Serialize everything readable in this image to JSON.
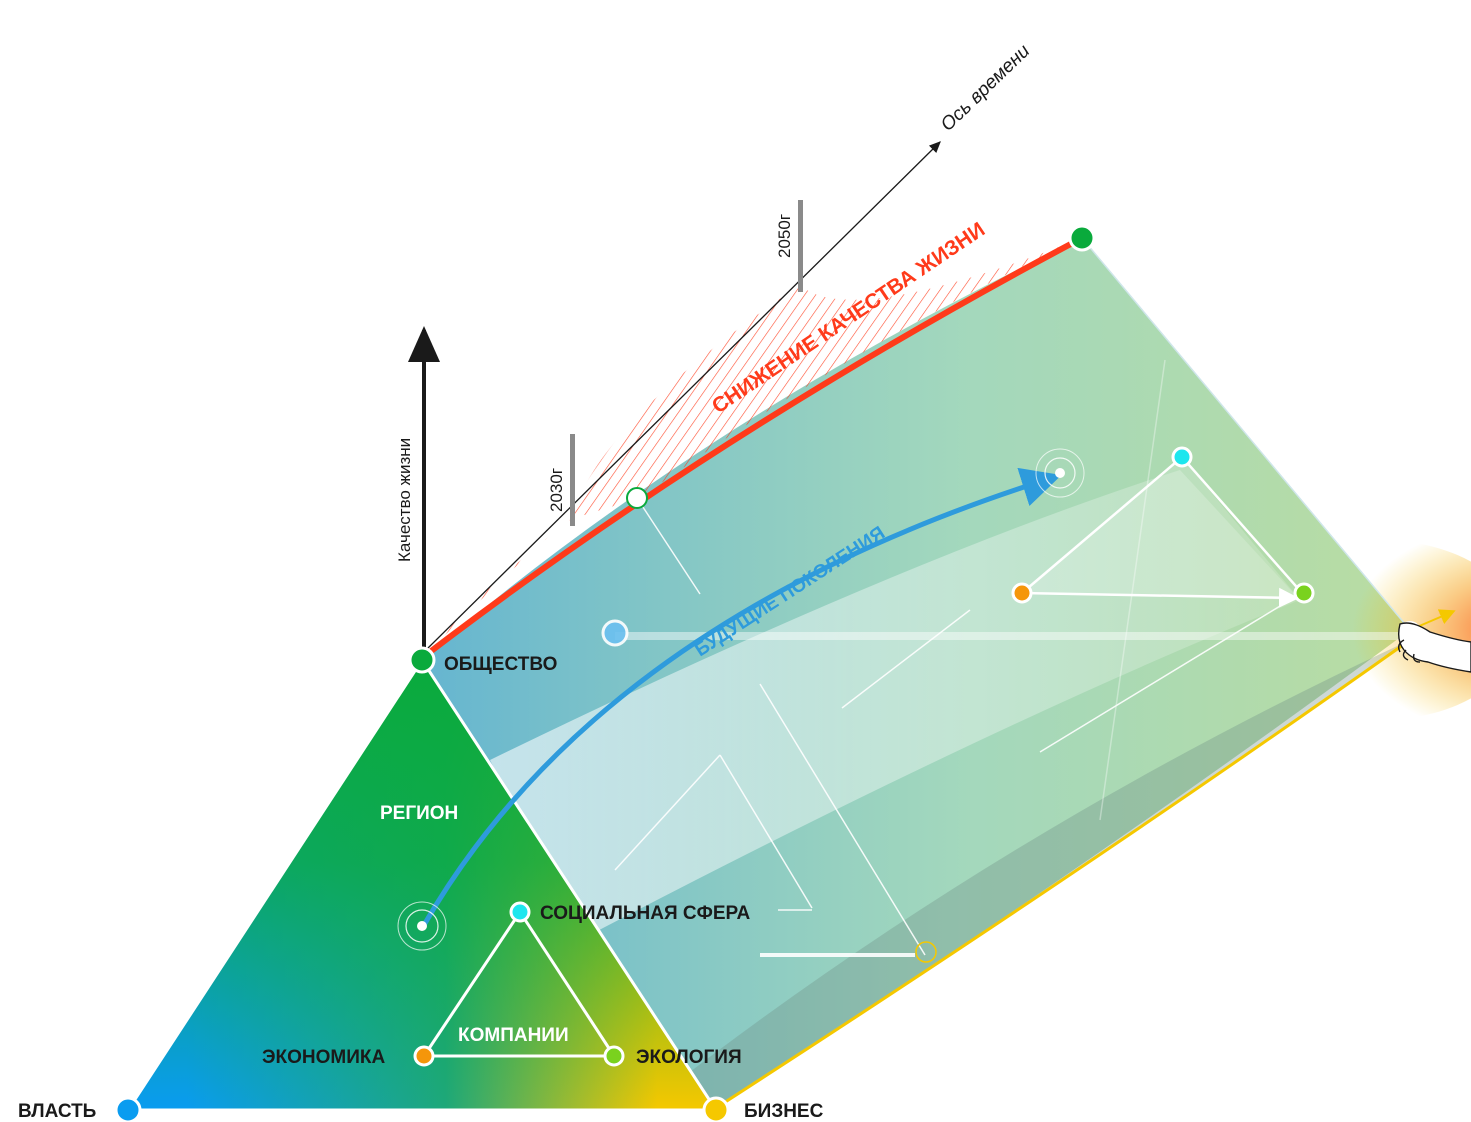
{
  "labels": {
    "time_axis": "Ось времени",
    "quality_axis": "Качество жизни",
    "year_2050": "2050г",
    "year_2030": "2030г",
    "decline": "СНИЖЕНИЕ КАЧЕСТВА ЖИЗНИ",
    "future": "БУДУЩИЕ ПОКОЛЕНИЯ",
    "society": "ОБЩЕСТВО",
    "region": "РЕГИОН",
    "social": "СОЦИАЛЬНАЯ СФЕРА",
    "companies": "КОМПАНИИ",
    "economy": "ЭКОНОМИКА",
    "ecology": "ЭКОЛОГИЯ",
    "power": "ВЛАСТЬ",
    "business": "БИЗНЕС"
  },
  "colors": {
    "society": "#0aaa3c",
    "power": "#0a9cf0",
    "business": "#f5c800",
    "social": "#1ee6ee",
    "economy": "#f5960a",
    "ecology": "#7ad21e",
    "decline": "#ff3a1a",
    "future": "#2e9bdc"
  }
}
